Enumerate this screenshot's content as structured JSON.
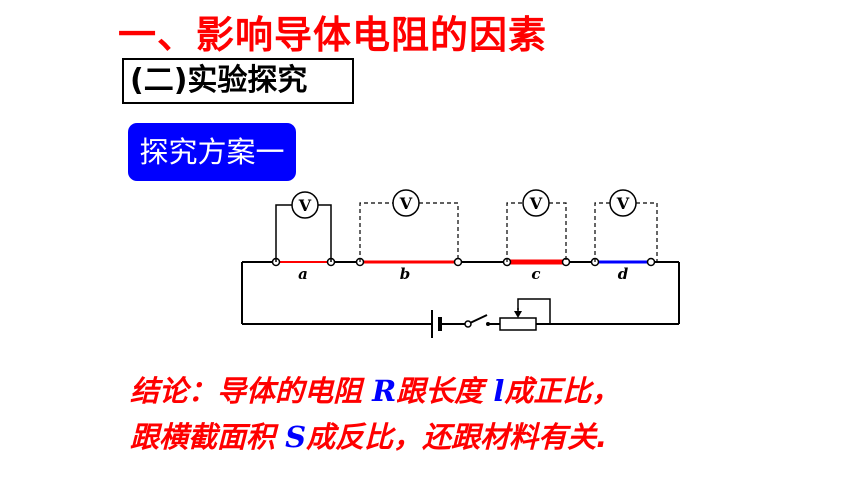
{
  "slide": {
    "title": "一、影响导体电阻的因素",
    "subtitle": "(二)实验探究",
    "scheme_label": "探究方案一"
  },
  "circuit": {
    "voltmeter_symbol": "V",
    "segment_labels": [
      "a",
      "b",
      "c",
      "d"
    ],
    "colors": {
      "segment_red": "#ff0000",
      "segment_blue": "#0000ff",
      "wire": "#000000"
    }
  },
  "conclusion": {
    "line1": {
      "prefix": "结论：导体的电阻 ",
      "symbol_R": "R",
      "middle": "跟长度 ",
      "symbol_l": "l",
      "suffix": "成正比，"
    },
    "line2": {
      "prefix": "跟横截面积 ",
      "symbol_S": "S",
      "suffix": "成反比，还跟材料有关."
    }
  },
  "icons": [
    "voltmeter-icon",
    "battery-icon",
    "switch-icon",
    "rheostat-icon"
  ]
}
